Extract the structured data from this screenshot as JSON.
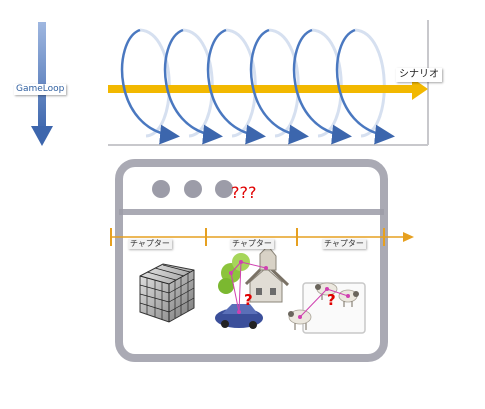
{
  "labels": {
    "game_loop": "GameLoop",
    "scenario": "シナリオ",
    "unknown": "???",
    "chapters": [
      "チャプター",
      "チャプター",
      "チャプター"
    ],
    "question_mark": "?"
  },
  "colors": {
    "loop_blue": "#4a78c0",
    "loop_blue_light": "#d6e0f0",
    "timeline_orange": "#f2b800",
    "chapter_orange": "#e6a020",
    "window_gray": "#9a9aa6",
    "unknown_red": "#e00000"
  },
  "icons": [
    "cube-icon",
    "house-tree-car-icon",
    "sheep-flock-icon"
  ]
}
